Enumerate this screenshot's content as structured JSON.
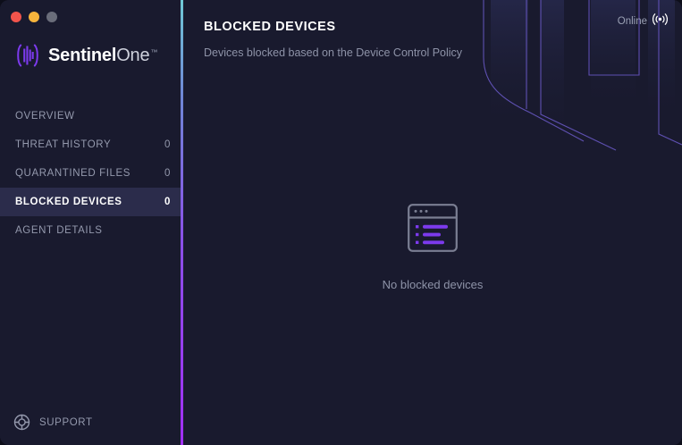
{
  "window": {
    "traffic_lights": [
      {
        "name": "close",
        "color": "#f2544c"
      },
      {
        "name": "minimize",
        "color": "#f6b43c"
      },
      {
        "name": "zoom",
        "color": "#6a6d7a"
      }
    ]
  },
  "sidebar": {
    "brand": {
      "logo_icon": "sentinelone-bars-icon",
      "name_bold": "Sentinel",
      "name_light": "One",
      "trademark": "™"
    },
    "items": [
      {
        "label": "OVERVIEW",
        "count": "",
        "active": false
      },
      {
        "label": "THREAT HISTORY",
        "count": "0",
        "active": false
      },
      {
        "label": "QUARANTINED FILES",
        "count": "0",
        "active": false
      },
      {
        "label": "BLOCKED DEVICES",
        "count": "0",
        "active": true
      },
      {
        "label": "AGENT DETAILS",
        "count": "",
        "active": false
      }
    ],
    "support": {
      "label": "SUPPORT",
      "icon": "lifebuoy-icon"
    },
    "edge_gradient": [
      "#6fc9d6",
      "#8b4fe8",
      "#a22ff5"
    ]
  },
  "main": {
    "title": "BLOCKED DEVICES",
    "subtitle": "Devices blocked based on the Device Control Policy",
    "status": {
      "label": "Online",
      "icon": "broadcast-signal-icon"
    },
    "empty_state": {
      "icon": "list-window-icon",
      "text": "No blocked devices"
    }
  },
  "colors": {
    "background": "#191a2e",
    "active_row": "#2b2c4b",
    "accent_purple": "#7c3aed",
    "accent_magenta": "#a22ff5",
    "muted_text": "#8e93a8",
    "white": "#ffffff"
  }
}
